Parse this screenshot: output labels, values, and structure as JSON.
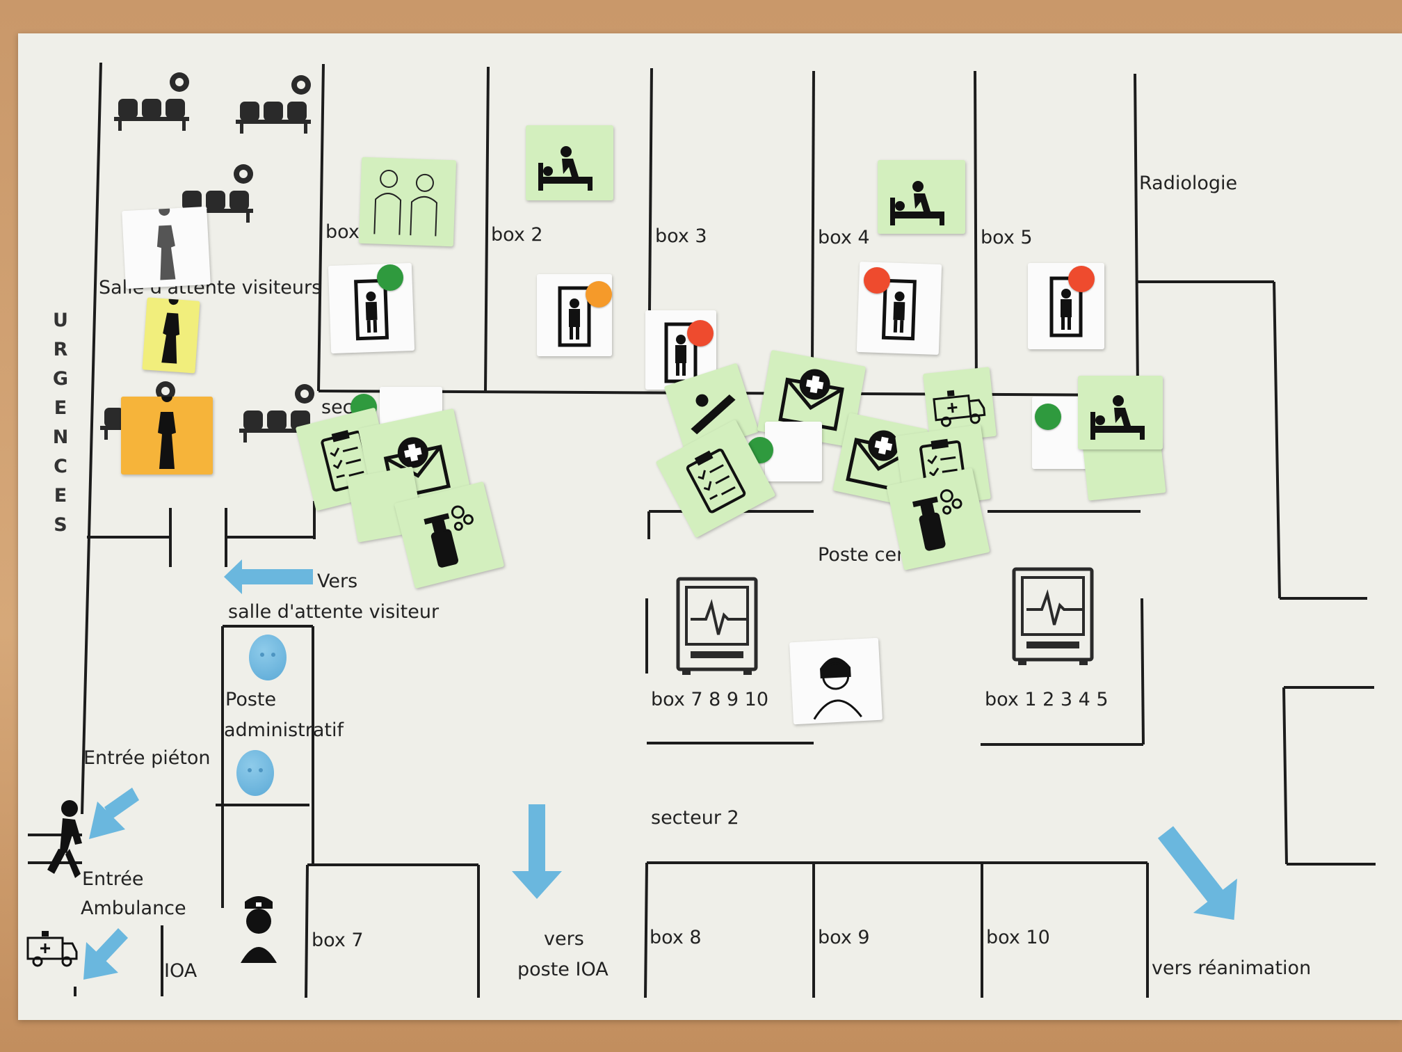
{
  "plan": {
    "side_title": "URGENCES",
    "waiting_room_label": "Salle d'attente visiteurs",
    "box_top": [
      "box",
      "box 2",
      "box 3",
      "box 4",
      "box 5"
    ],
    "radiology": "Radiologie",
    "sector1_partial": "sec",
    "central_post_partial": "Poste cent",
    "to_waiting_line1": "Vers",
    "to_waiting_line2": "salle d'attente visiteur",
    "admin_line1": "Poste",
    "admin_line2": "administratif",
    "pedestrian_entry": "Entrée piéton",
    "ambulance_entry_line1": "Entrée",
    "ambulance_entry_line2": "Ambulance",
    "ioa": "IOA",
    "box_7": "box 7",
    "to_ioa_line1": "vers",
    "to_ioa_line2": "poste IOA",
    "monitor_left_label": "box  7 8 9 10",
    "monitor_right_label": "box 1 2 3 4 5",
    "sector2": "secteur 2",
    "box_bottom": [
      "box 8",
      "box 9",
      "box 10"
    ],
    "to_icu": "vers réanimation"
  },
  "icons": [
    "waiting-chairs-icon",
    "patient-bed-icon",
    "stretcher-icon",
    "envelope-cross-icon",
    "checklist-icon",
    "spray-bottle-icon",
    "ambulance-icon",
    "heart-monitor-icon",
    "doctor-icon",
    "nurse-icon",
    "walking-person-icon",
    "arrow-icon"
  ],
  "colors": {
    "paper": "#efefe9",
    "green_card": "#d3efbe",
    "status_green": "#2f9a3e",
    "status_red": "#ee4b2e",
    "status_orange": "#f59a2a",
    "arrow_blue": "#6ab7de",
    "yellow_card": "#f1ee7c",
    "orange_card": "#f6b43a"
  }
}
